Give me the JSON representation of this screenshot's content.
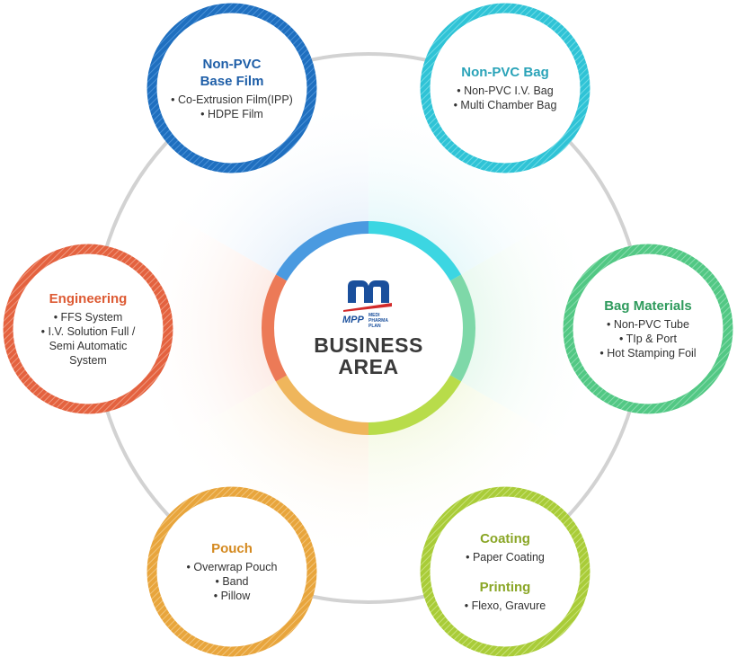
{
  "center": {
    "logo_mark": "MPP",
    "logo_lines": [
      "MEDI",
      "PHARMA",
      "PLAN"
    ],
    "title": "BUSINESS\nAREA"
  },
  "colors": {
    "blue": "#1f6fbf",
    "cyan": "#2fc3d6",
    "green": "#52c884",
    "lime": "#a9cc38",
    "orange": "#e8a53c",
    "red": "#e4623f",
    "outer_ring": "#d0d0d0",
    "logo": "#1a4f9c"
  },
  "nodes": [
    {
      "key": "nonpvc-base-film",
      "title": "Non-PVC\nBase Film",
      "title_color": "#1f5fa8",
      "items": [
        "• Co-Extrusion Film(IPP)",
        "• HDPE Film"
      ]
    },
    {
      "key": "nonpvc-bag",
      "title": "Non-PVC Bag",
      "title_color": "#2aa3b8",
      "items": [
        "• Non-PVC I.V. Bag",
        "• Multi Chamber Bag"
      ]
    },
    {
      "key": "bag-materials",
      "title": "Bag Materials",
      "title_color": "#2e9a5c",
      "items": [
        "• Non-PVC Tube",
        "• TIp & Port",
        "• Hot Stamping Foil"
      ]
    },
    {
      "key": "coating-printing",
      "title": "Coating",
      "title_color": "#8aa626",
      "items": [
        "• Paper Coating"
      ],
      "sub_title": "Printing",
      "sub_items": [
        "• Flexo, Gravure"
      ]
    },
    {
      "key": "pouch",
      "title": "Pouch",
      "title_color": "#d4891f",
      "items": [
        "• Overwrap Pouch",
        "• Band",
        "• Pillow"
      ]
    },
    {
      "key": "engineering",
      "title": "Engineering",
      "title_color": "#dd5a33",
      "items": [
        "• FFS System",
        "• I.V. Solution Full /\nSemi Automatic\nSystem"
      ]
    }
  ]
}
